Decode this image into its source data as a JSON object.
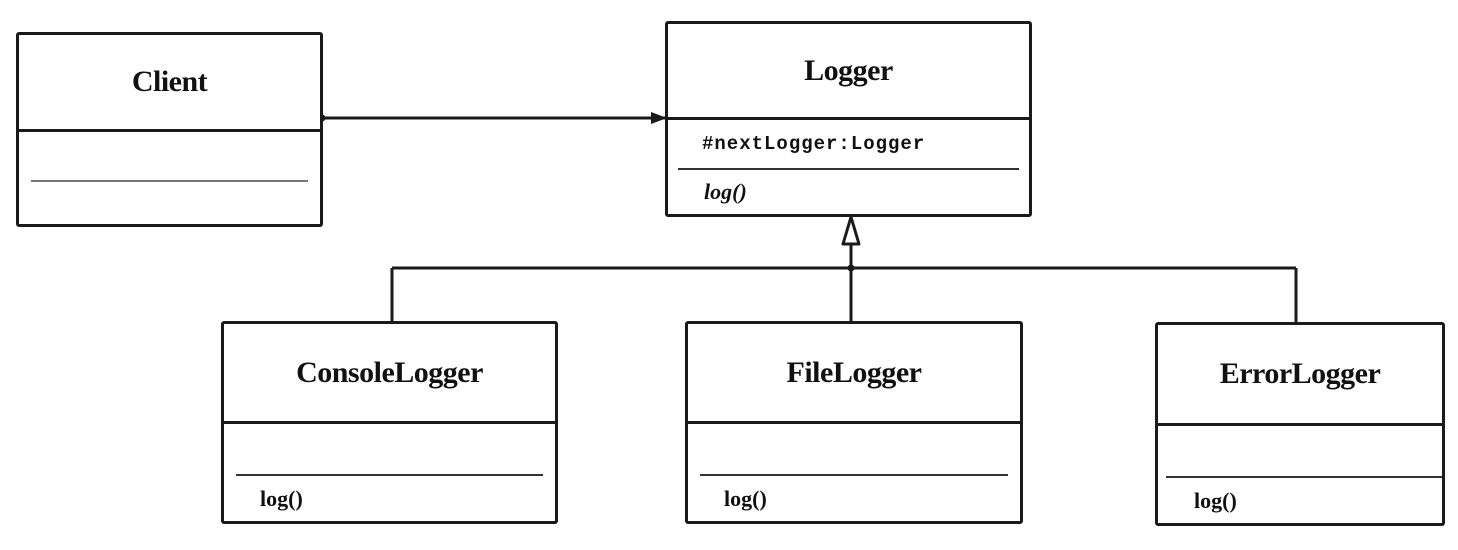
{
  "classes": {
    "client": {
      "name": "Client",
      "attributes": "",
      "operations": ""
    },
    "logger": {
      "name": "Logger",
      "attributes": "#nextLogger:Logger",
      "operations": "log()"
    },
    "console_logger": {
      "name": "ConsoleLogger",
      "attributes": "",
      "operations": "log()"
    },
    "file_logger": {
      "name": "FileLogger",
      "attributes": "",
      "operations": "log()"
    },
    "error_logger": {
      "name": "ErrorLogger",
      "attributes": "",
      "operations": "log()"
    }
  },
  "relations": [
    {
      "type": "association",
      "from": "Client",
      "to": "Logger"
    },
    {
      "type": "generalization",
      "from": "ConsoleLogger",
      "to": "Logger"
    },
    {
      "type": "generalization",
      "from": "FileLogger",
      "to": "Logger"
    },
    {
      "type": "generalization",
      "from": "ErrorLogger",
      "to": "Logger"
    }
  ]
}
